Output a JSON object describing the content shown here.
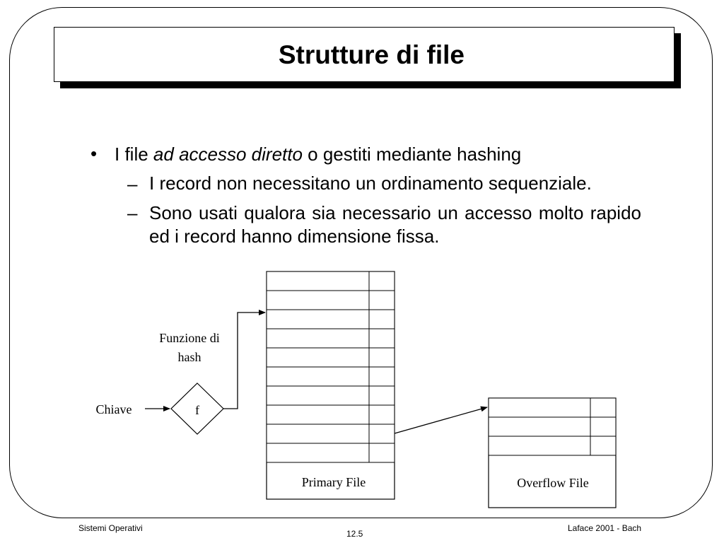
{
  "slide": {
    "title": "Strutture di file",
    "bullet": {
      "marker": "•",
      "prefix": "I file ",
      "emphasis": "ad accesso diretto",
      "suffix": " o gestiti mediante hashing"
    },
    "sub_items": [
      {
        "marker": "–",
        "text": "I record non necessitano un ordinamento sequenziale."
      },
      {
        "marker": "–",
        "text": "Sono usati qualora sia necessario un accesso molto rapido ed i record hanno dimensione fissa."
      }
    ]
  },
  "diagram": {
    "key_label": "Chiave",
    "function_symbol": "f",
    "function_label_line1": "Funzione di",
    "function_label_line2": "hash",
    "primary_file_label": "Primary File",
    "overflow_file_label": "Overflow File",
    "primary_record_count": 10,
    "overflow_record_count": 3
  },
  "footer": {
    "left": "Sistemi Operativi",
    "center": "12.5",
    "right": "Laface 2001 - Bach"
  }
}
